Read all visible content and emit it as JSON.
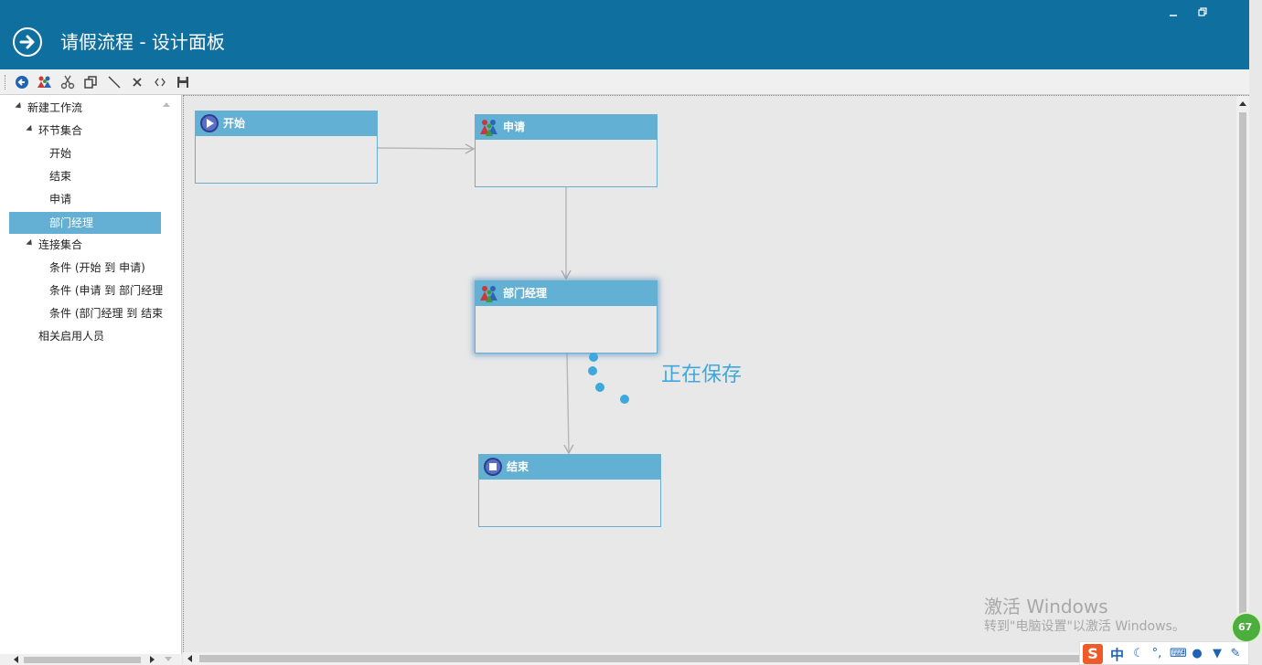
{
  "window": {
    "title": "请假流程 - 设计面板",
    "controls": [
      "minimize-icon",
      "restore-icon"
    ]
  },
  "toolbar": {
    "buttons": [
      {
        "name": "back-button",
        "icon": "back-circle-icon"
      },
      {
        "name": "add-node-button",
        "icon": "people-icon"
      },
      {
        "name": "cut-button",
        "icon": "scissors-icon"
      },
      {
        "name": "copy-button",
        "icon": "copy-icon"
      },
      {
        "name": "draw-line-button",
        "icon": "line-icon"
      },
      {
        "name": "delete-button",
        "icon": "x-icon"
      },
      {
        "name": "source-button",
        "icon": "code-icon"
      },
      {
        "name": "save-button",
        "icon": "floppy-icon"
      }
    ]
  },
  "tree": {
    "root": "新建工作流",
    "nodes_group": "环节集合",
    "nodes": [
      "开始",
      "结束",
      "申请",
      "部门经理"
    ],
    "selected": "部门经理",
    "links_group": "连接集合",
    "links": [
      "条件 (开始 到 申请)",
      "条件 (申请 到 部门经理",
      "条件 (部门经理 到 结束"
    ],
    "extra": "相关启用人员"
  },
  "canvas": {
    "nodes": {
      "start": "开始",
      "apply": "申请",
      "manager": "部门经理",
      "end": "结束"
    },
    "saving": "正在保存"
  },
  "watermark": {
    "title": "激活 Windows",
    "subtitle": "转到\"电脑设置\"以激活 Windows。"
  },
  "ime": {
    "logo": "S",
    "mode": "中",
    "badge": "67"
  },
  "colors": {
    "titlebar": "#0f6f9f",
    "node_header": "#62b0d3",
    "selection": "#64b0d4",
    "saving": "#3ea8dc"
  }
}
